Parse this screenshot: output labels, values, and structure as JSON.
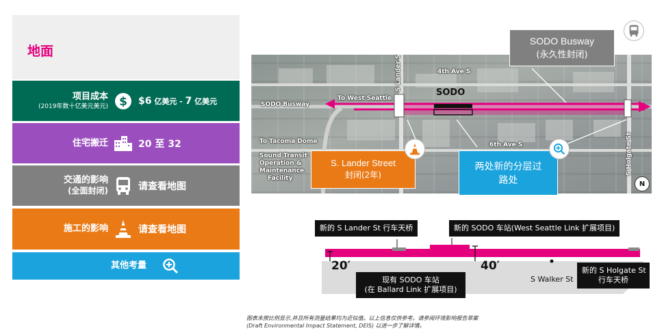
{
  "panel": {
    "title": "地面",
    "cost": {
      "label": "项目成本",
      "sub": "(2019年数十亿美元美元)",
      "value_prefix": "$6",
      "value_unit1": " 亿美元 - ",
      "value_mid": "7",
      "value_unit2": " 亿美元"
    },
    "residential": {
      "label": "住宅搬迁",
      "value": "20 至 32"
    },
    "traffic": {
      "label": "交通的影响",
      "sub": "(全面封闭)",
      "value": "请查看地图"
    },
    "construction": {
      "label": "施工的影响",
      "value": "请查看地图"
    },
    "other": {
      "label": "其他考量"
    }
  },
  "map": {
    "labels": {
      "lander": "S Lander St",
      "fourth": "4th Ave S",
      "sodo": "SODO",
      "sodo_busway": "SODO Busway",
      "west_seattle": "To West Seattle",
      "tacoma": "To Tacoma Dome",
      "facility1": "Sound Transit",
      "facility2": "Operation &",
      "facility3": "Maintenance",
      "facility4": "Facility",
      "sixth": "6th Ave S",
      "holgate": "S Holgate St",
      "north": "N"
    },
    "callouts": {
      "busway_title": "SODO Busway",
      "busway_sub": "(永久性封闭)",
      "lander_title": "S. Lander Street",
      "lander_sub": "封闭(2年)",
      "grade_line1": "两处新的分层过",
      "grade_line2": "路处"
    }
  },
  "profile": {
    "label_lander": "新的 S Lander St 行车天桥",
    "label_station": "新的 SODO 车站(West Seattle Link 扩展项目)",
    "label_existing1": "现有 SODO 车站",
    "label_existing2": "(在 Ballard Link 扩展项目)",
    "label_holgate1": "新的 S Holgate St",
    "label_holgate2": "行车天桥",
    "label_walker": "S Walker St",
    "dim_20": "20′",
    "dim_40": "40′"
  },
  "footnote": {
    "line1": "图表未按比例显示,并且所有测量结果均为近似值。以上信息仅供参考。请参阅环境影响报告草案",
    "line2": "(Draft Environmental Impact Statement, DEIS) 以进一步了解详情。"
  },
  "colors": {
    "magenta": "#e5007e",
    "green": "#006b54",
    "purple": "#9b4fbf",
    "gray": "#808080",
    "orange": "#ea7a16",
    "blue": "#1aa3dc"
  }
}
